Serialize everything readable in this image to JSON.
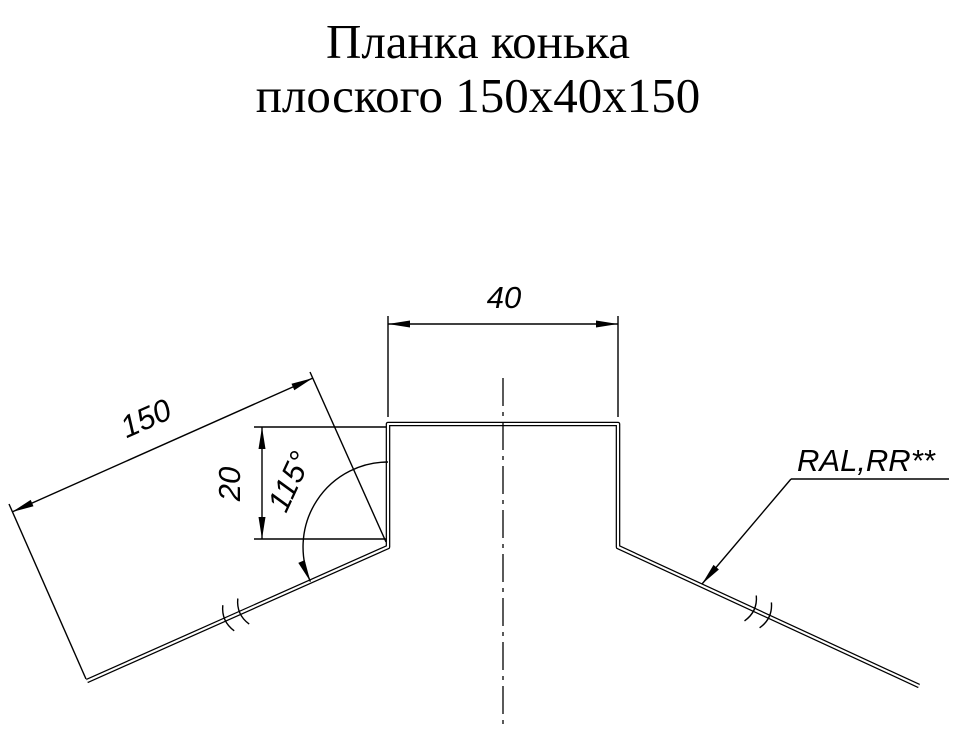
{
  "title": {
    "line1": "Планка конька",
    "line2": "плоского 150х40х150"
  },
  "labels": {
    "top_width": "40",
    "slope_length": "150",
    "flange_height": "20",
    "bend_angle": "115°",
    "coating": "RAL,RR**"
  },
  "colors": {
    "line": "#000000",
    "background": "#ffffff"
  }
}
